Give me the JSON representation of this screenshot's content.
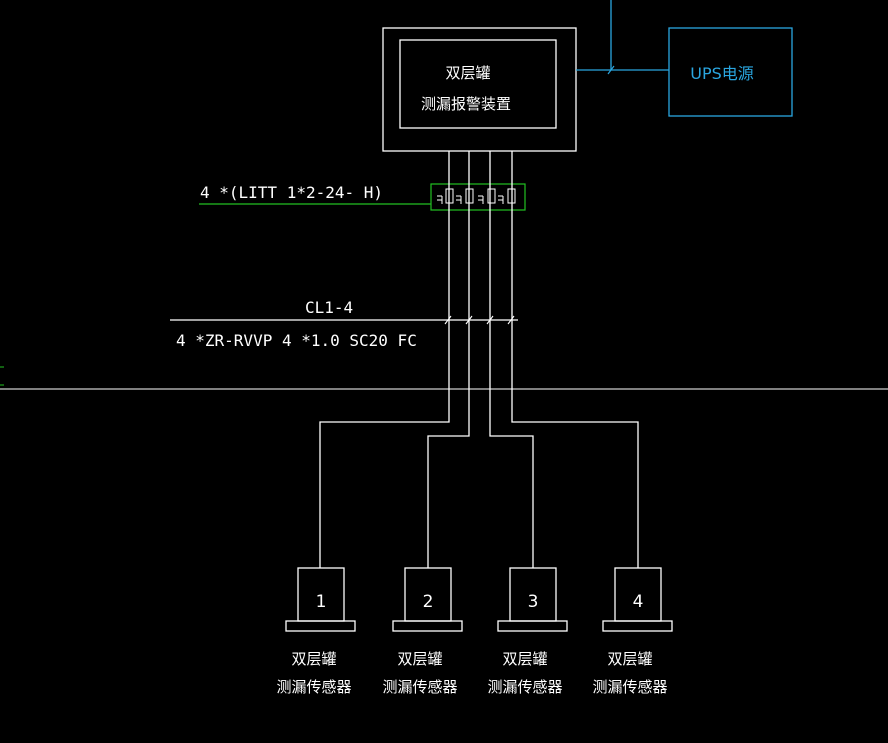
{
  "alarm_device": {
    "line1": "双层罐",
    "line2": "测漏报警装置"
  },
  "ups": {
    "label": "UPS电源"
  },
  "signal_cable": {
    "label": "4 *(LITT 1*2-24- H)"
  },
  "circuit": {
    "id": "CL1-4",
    "spec": "4 *ZR-RVVP 4 *1.0  SC20  FC"
  },
  "sensors": [
    {
      "number": "1",
      "line1": "双层罐",
      "line2": "测漏传感器"
    },
    {
      "number": "2",
      "line1": "双层罐",
      "line2": "测漏传感器"
    },
    {
      "number": "3",
      "line1": "双层罐",
      "line2": "测漏传感器"
    },
    {
      "number": "4",
      "line1": "双层罐",
      "line2": "测漏传感器"
    }
  ],
  "colors": {
    "background": "#000000",
    "line": "#ffffff",
    "ups": "#2aa6e0",
    "signal": "#22c022"
  }
}
